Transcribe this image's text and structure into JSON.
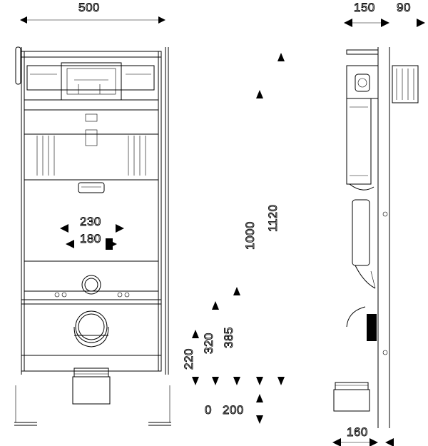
{
  "front_view": {
    "width_label": "500",
    "inner_label_a": "230",
    "inner_label_b": "180"
  },
  "side_view": {
    "depth_label_top": "150",
    "offset_label_top": "90",
    "depth_label_bottom": "160"
  },
  "vertical_dimensions": {
    "height_total": "1120",
    "height_bowl": "1000",
    "drain_height": "385",
    "height_b": "320",
    "height_c": "220",
    "floor_zero": "0",
    "floor_offset": "200"
  }
}
